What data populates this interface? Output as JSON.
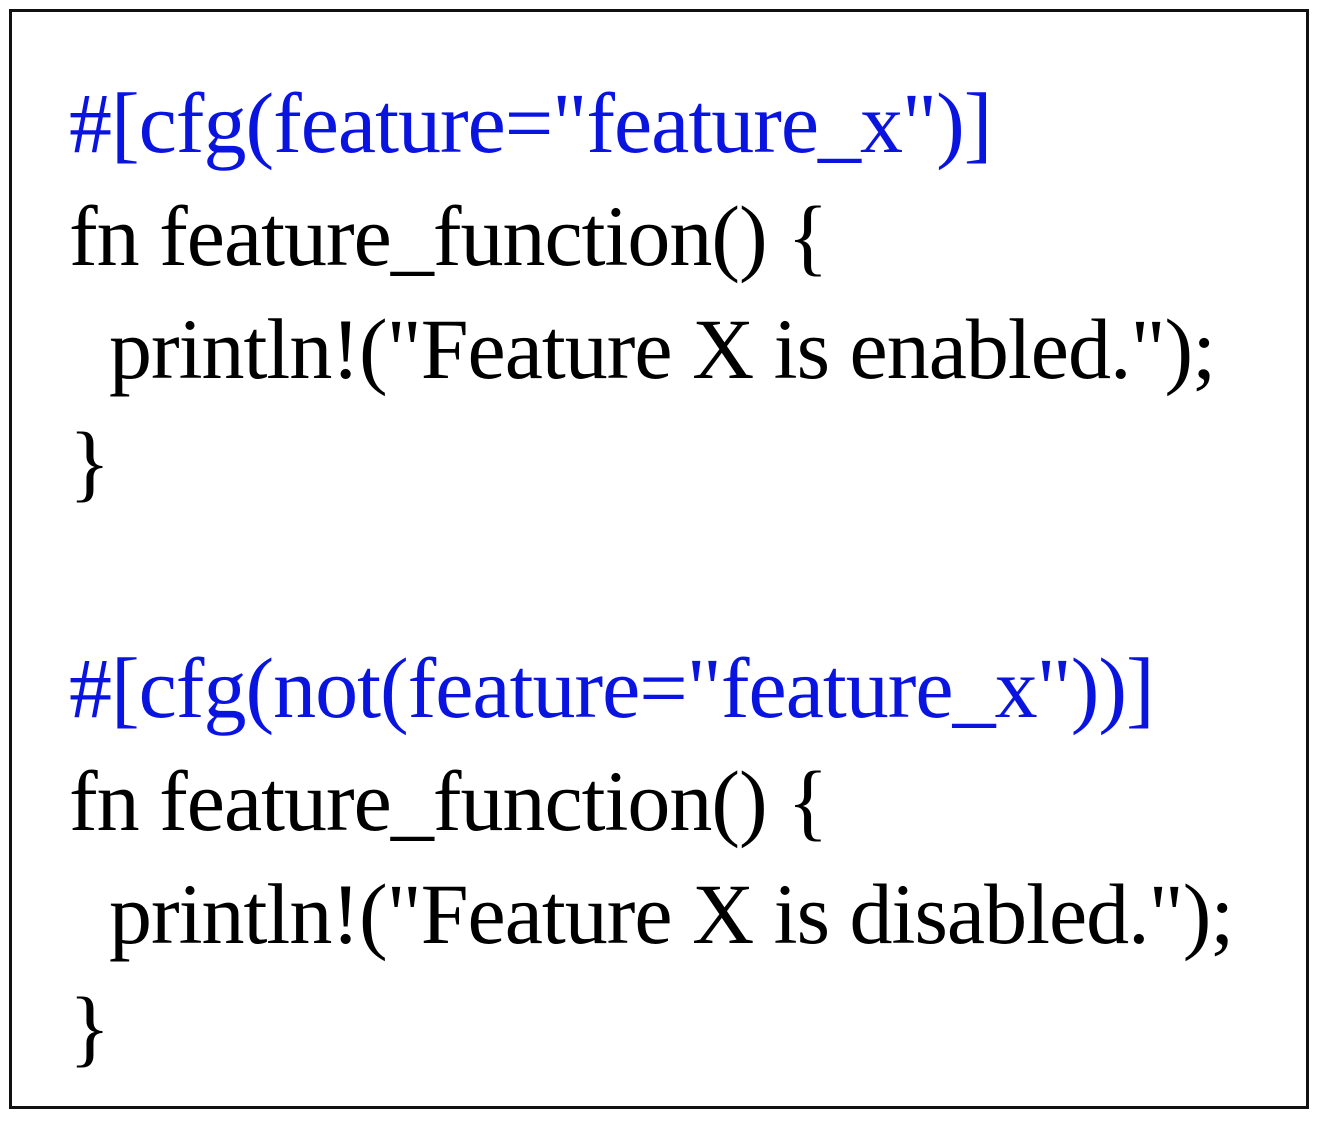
{
  "colors": {
    "attribute": "#0a14e0",
    "code": "#000000",
    "border": "#111111"
  },
  "code_lines": [
    {
      "text": "#[cfg(feature=\"feature_x\")]",
      "kind": "attribute"
    },
    {
      "text": "fn feature_function() {",
      "kind": "plain"
    },
    {
      "text": "println!(\"Feature X is enabled.\");",
      "kind": "plain"
    },
    {
      "text": "}",
      "kind": "plain"
    },
    {
      "text": "#[cfg(not(feature=\"feature_x\"))]",
      "kind": "attribute"
    },
    {
      "text": "fn feature_function() {",
      "kind": "plain"
    },
    {
      "text": "println!(\"Feature X is disabled.\");",
      "kind": "plain"
    },
    {
      "text": "}",
      "kind": "plain"
    }
  ]
}
